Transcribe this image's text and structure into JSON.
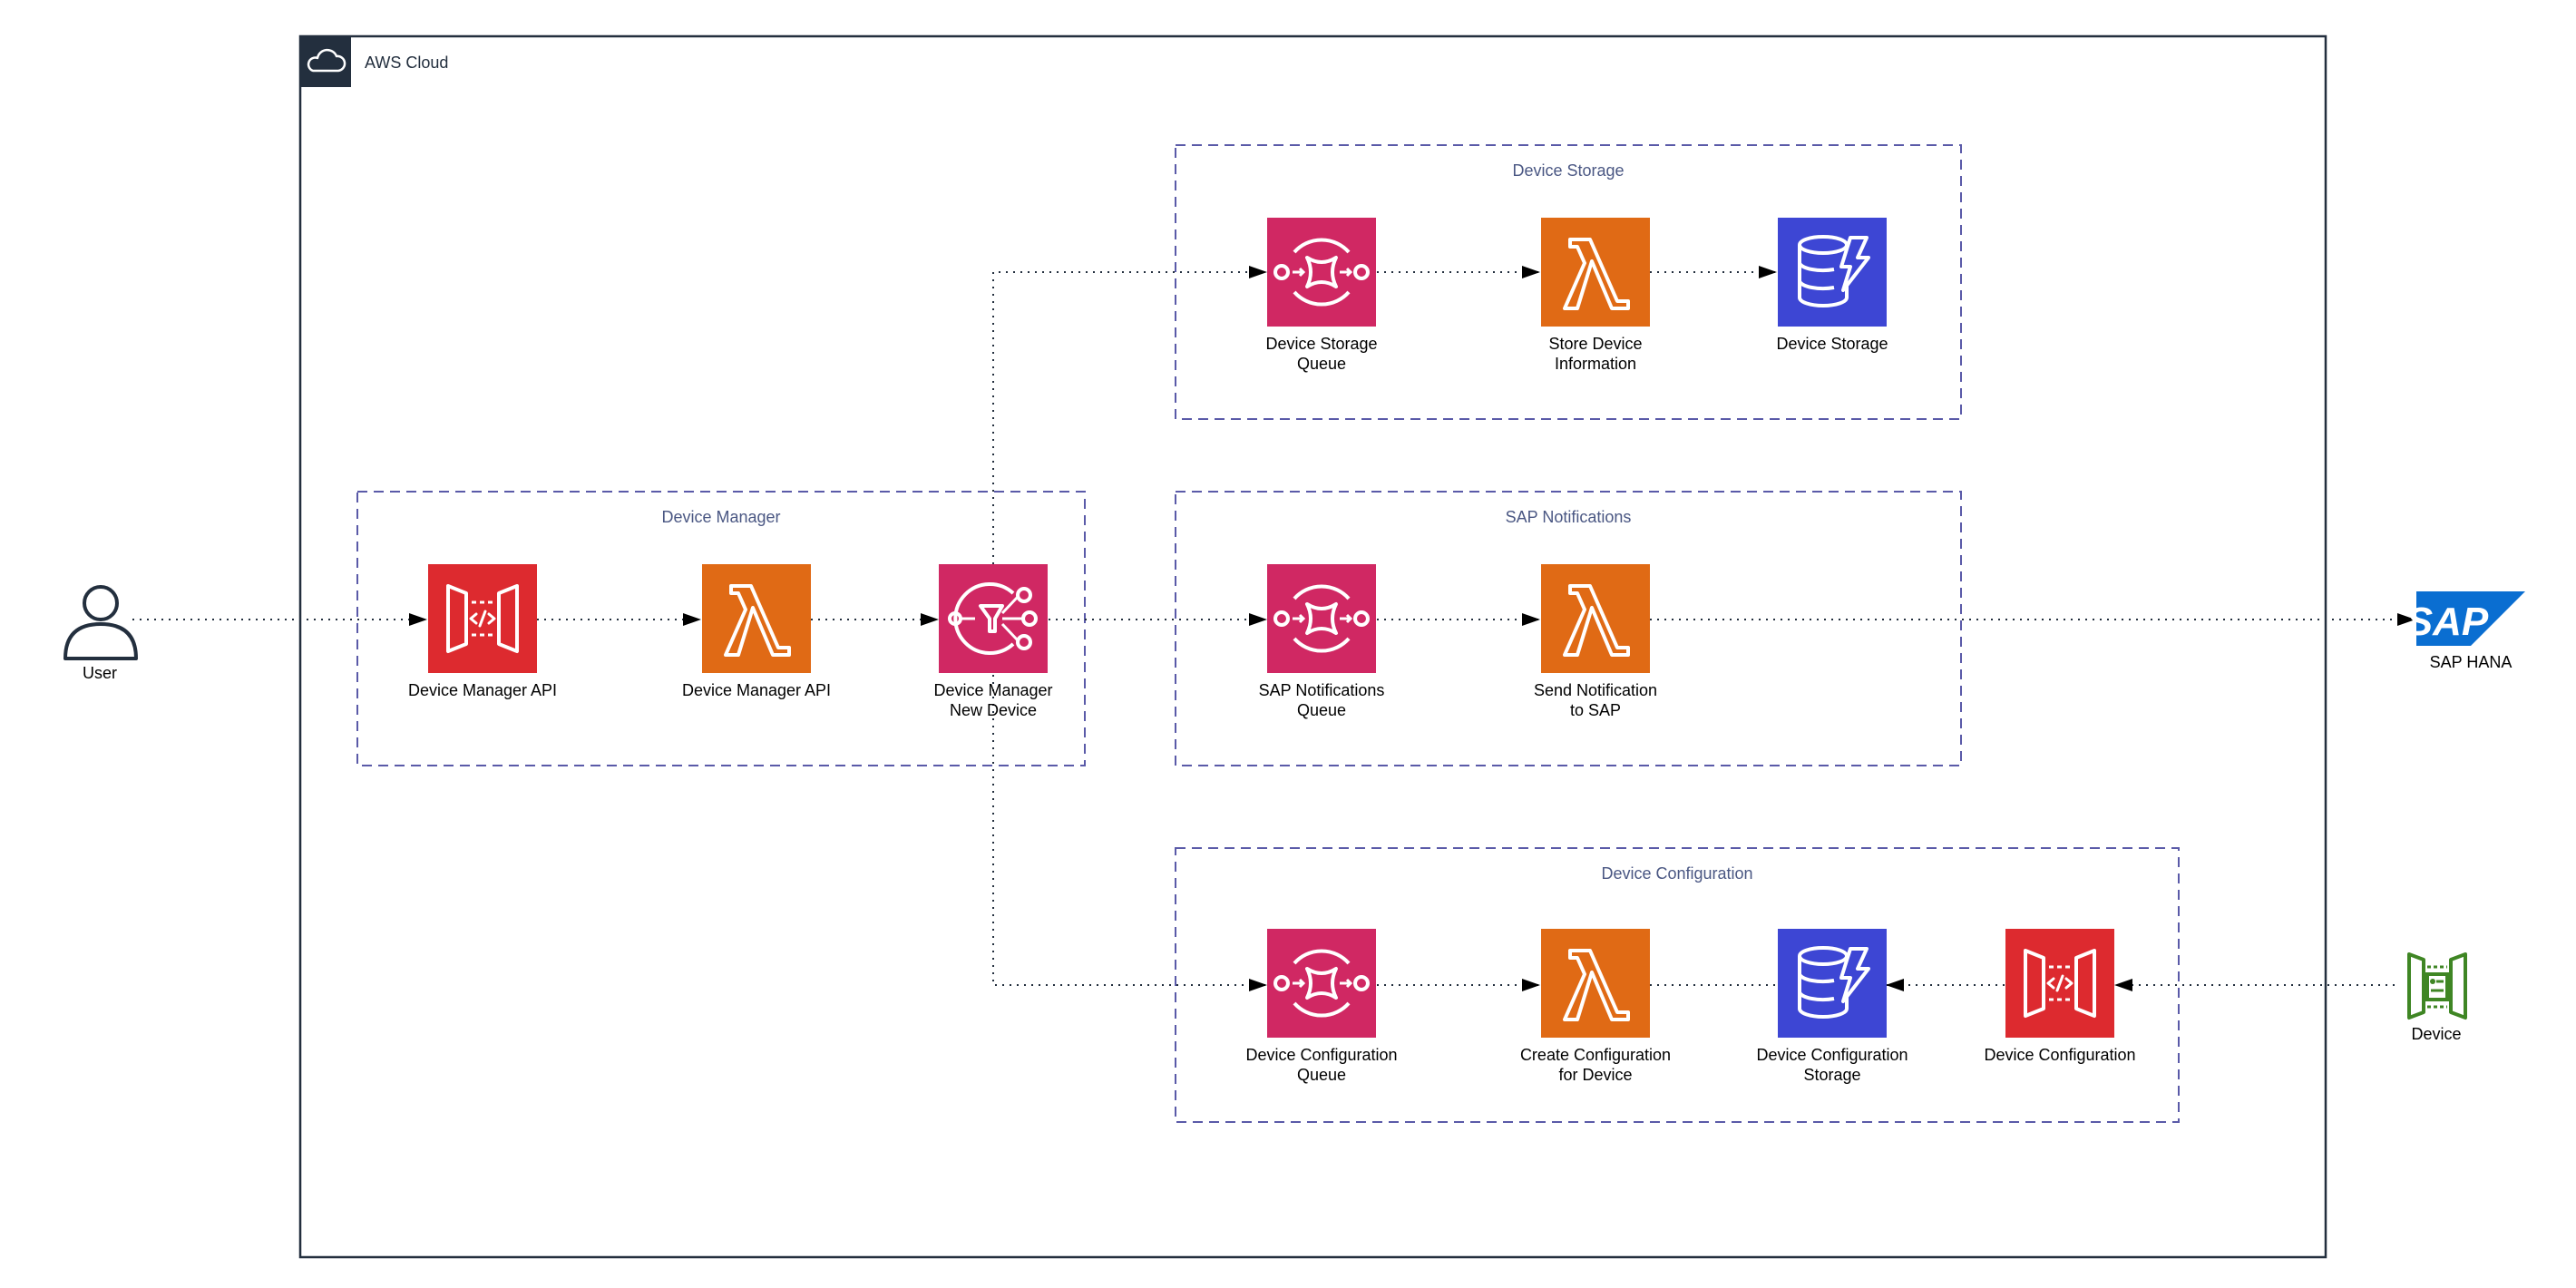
{
  "cloud": {
    "title": "AWS Cloud"
  },
  "groups": {
    "device_manager": "Device Manager",
    "device_storage": "Device Storage",
    "sap_notifications": "SAP Notifications",
    "device_configuration": "Device Configuration"
  },
  "nodes": {
    "user": "User",
    "dm_api_gateway": "Device Manager API",
    "dm_api_lambda": "Device Manager API",
    "dm_new_device": [
      "Device Manager",
      "New Device"
    ],
    "storage_queue": [
      "Device Storage",
      "Queue"
    ],
    "store_info": [
      "Store Device",
      "Information"
    ],
    "storage_db": "Device Storage",
    "sap_queue": [
      "SAP Notifications",
      "Queue"
    ],
    "send_sap": [
      "Send Notification",
      "to SAP"
    ],
    "sap_hana": "SAP HANA",
    "cfg_queue": [
      "Device Configuration",
      "Queue"
    ],
    "cfg_create": [
      "Create Configuration",
      "for Device"
    ],
    "cfg_storage": [
      "Device Configuration",
      "Storage"
    ],
    "cfg_api": "Device Configuration",
    "device": "Device"
  },
  "sap_logo_text": "SAP",
  "colors": {
    "api_gateway": "#dd2a2f",
    "lambda": "#e06a15",
    "messaging": "#d02863",
    "database": "#3d46d4",
    "iot": "#3f8624",
    "group_border": "#5a5aa8",
    "group_label": "#4a5783",
    "cloud_border": "#232f3e",
    "sap_blue": "#0a6ed1"
  },
  "icons": {
    "user": "user-icon",
    "api_gateway": "api-gateway-icon",
    "lambda": "lambda-icon",
    "sqs": "sqs-queue-icon",
    "sns": "sns-topic-icon",
    "dynamodb": "dynamodb-icon",
    "iot": "iot-device-icon",
    "sap": "sap-logo-icon",
    "cloud": "cloud-icon"
  }
}
